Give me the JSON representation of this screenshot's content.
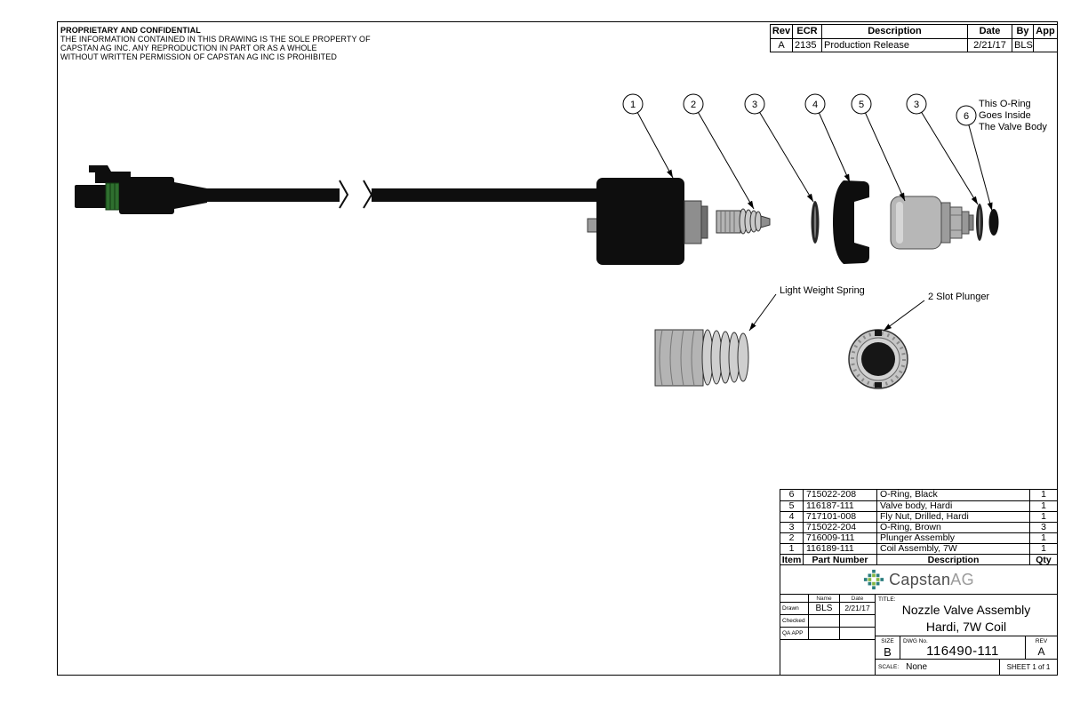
{
  "notice": {
    "title": "PROPRIETARY AND CONFIDENTIAL",
    "lines": [
      "THE INFORMATION CONTAINED IN THIS DRAWING IS THE SOLE PROPERTY OF",
      "CAPSTAN AG INC. ANY REPRODUCTION IN PART OR AS A WHOLE",
      "WITHOUT WRITTEN PERMISSION OF CAPSTAN AG INC IS PROHIBITED"
    ]
  },
  "revision_table": {
    "headers": [
      "Rev",
      "ECR",
      "Description",
      "Date",
      "By",
      "App"
    ],
    "rows": [
      {
        "rev": "A",
        "ecr": "2135",
        "description": "Production Release",
        "date": "2/21/17",
        "by": "BLS",
        "app": ""
      }
    ]
  },
  "drawing": {
    "balloons": [
      "1",
      "2",
      "3",
      "4",
      "5",
      "3",
      "6"
    ],
    "oring_note": [
      "This O-Ring",
      "Goes Inside",
      "The Valve Body"
    ],
    "spring_label": "Light Weight Spring",
    "plunger_label": "2 Slot Plunger"
  },
  "parts_list": {
    "headers": [
      "Item",
      "Part Number",
      "Description",
      "Qty"
    ],
    "rows": [
      {
        "item": "6",
        "part_number": "715022-208",
        "description": "O-Ring, Black",
        "qty": "1"
      },
      {
        "item": "5",
        "part_number": "116187-111",
        "description": "Valve body, Hardi",
        "qty": "1"
      },
      {
        "item": "4",
        "part_number": "717101-008",
        "description": "Fly Nut, Drilled, Hardi",
        "qty": "1"
      },
      {
        "item": "3",
        "part_number": "715022-204",
        "description": "O-Ring, Brown",
        "qty": "3"
      },
      {
        "item": "2",
        "part_number": "716009-111",
        "description": "Plunger Assembly",
        "qty": "1"
      },
      {
        "item": "1",
        "part_number": "116189-111",
        "description": "Coil Assembly, 7W",
        "qty": "1"
      }
    ]
  },
  "title_block": {
    "brand": {
      "name_primary": "Capstan",
      "name_secondary": "AG",
      "icon_teal": "#2a7d7e",
      "icon_green": "#84b741"
    },
    "title_label": "TITLE:",
    "title_line1": "Nozzle Valve Assembly",
    "title_line2": "Hardi, 7W Coil",
    "approvals": {
      "name_header": "Name",
      "date_header": "Date",
      "rows": [
        {
          "label": "Drawn",
          "name": "BLS",
          "date": "2/21/17"
        },
        {
          "label": "Checked",
          "name": "",
          "date": ""
        },
        {
          "label": "QA APP",
          "name": "",
          "date": ""
        }
      ]
    },
    "size_label": "SIZE",
    "size_value": "B",
    "dwg_label": "DWG No.",
    "dwg_value": "116490-111",
    "rev_label": "REV",
    "rev_value": "A",
    "scale_label": "SCALE:",
    "scale_value": "None",
    "sheet_text": "SHEET 1 of 1"
  }
}
